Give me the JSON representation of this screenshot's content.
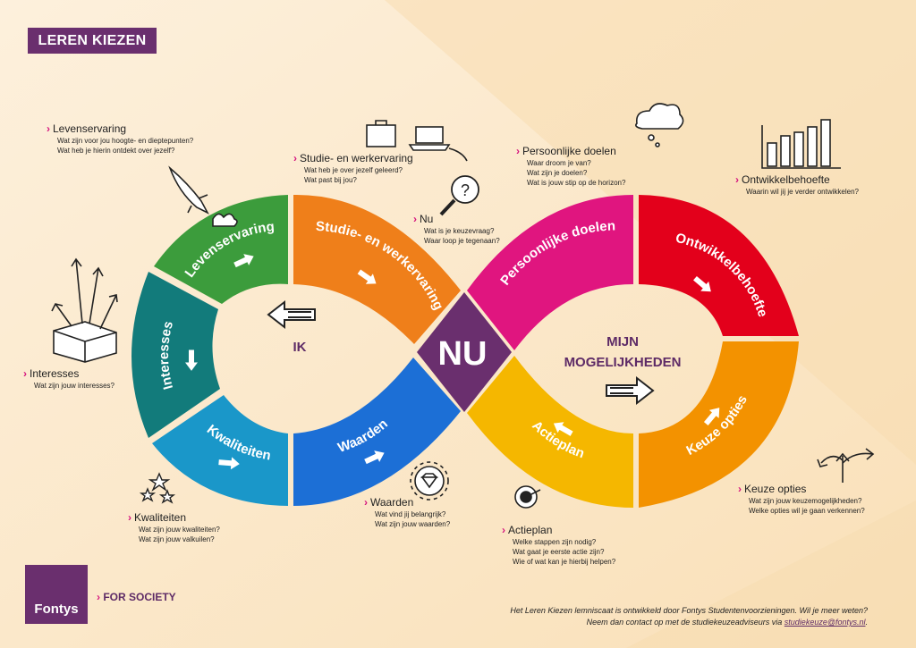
{
  "title": "LEREN KIEZEN",
  "colors": {
    "purple": "#6a2f6e",
    "levenservaring": "#3c9c3c",
    "studie": "#ef7f1a",
    "persoonlijk": "#e0157f",
    "ontwikkel": "#e3001b",
    "interesses": "#127b7b",
    "kwaliteiten": "#1a97c9",
    "waarden": "#1c6fd6",
    "actieplan": "#f5b700",
    "keuze": "#f39200"
  },
  "segments": {
    "levenservaring": "Levenservaring",
    "studie": "Studie- en werkervaring",
    "persoonlijk": "Persoonlijke doelen",
    "ontwikkel": "Ontwikkelbehoefte",
    "interesses": "Interesses",
    "kwaliteiten": "Kwaliteiten",
    "waarden": "Waarden",
    "actieplan": "Actieplan",
    "keuze": "Keuze opties"
  },
  "center": {
    "nu": "NU",
    "ik": "IK",
    "mijn": "MIJN",
    "mogelijkheden": "MOGELIJKHEDEN"
  },
  "callouts": {
    "levenservaring": {
      "title": "Levenservaring",
      "q1": "Wat zijn voor jou hoogte- en dieptepunten?",
      "q2": "Wat heb je hierin ontdekt over jezelf?"
    },
    "studie": {
      "title": "Studie- en werkervaring",
      "q1": "Wat heb je over jezelf geleerd?",
      "q2": "Wat past bij jou?"
    },
    "nu": {
      "title": "Nu",
      "q1": "Wat is je keuzevraag?",
      "q2": "Waar loop je tegenaan?"
    },
    "persoonlijk": {
      "title": "Persoonlijke doelen",
      "q1": "Waar droom je van?",
      "q2": "Wat zijn je doelen?",
      "q3": "Wat is jouw stip op de horizon?"
    },
    "ontwikkel": {
      "title": "Ontwikkelbehoefte",
      "q1": "Waarin wil jij je verder ontwikkelen?"
    },
    "interesses": {
      "title": "Interesses",
      "q1": "Wat zijn jouw interesses?"
    },
    "kwaliteiten": {
      "title": "Kwaliteiten",
      "q1": "Wat zijn jouw kwaliteiten?",
      "q2": "Wat zijn jouw valkuilen?"
    },
    "waarden": {
      "title": "Waarden",
      "q1": "Wat vind jij belangrijk?",
      "q2": "Wat zijn jouw waarden?"
    },
    "actieplan": {
      "title": "Actieplan",
      "q1": "Welke stappen zijn nodig?",
      "q2": "Wat gaat je eerste actie zijn?",
      "q3": "Wie of wat kan je hierbij helpen?"
    },
    "keuze": {
      "title": "Keuze opties",
      "q1": "Wat zijn jouw keuzemogelijkheden?",
      "q2": "Welke opties wil je gaan verkennen?"
    }
  },
  "brand": {
    "logo": "Fontys",
    "tagline": "FOR SOCIETY"
  },
  "footer": {
    "line1": "Het Leren Kiezen lemniscaat is ontwikkeld door Fontys Studentenvoorzieningen. Wil je meer weten?",
    "line2": "Neem dan contact op met de studiekeuzeadviseurs via",
    "email": "studiekeuze@fontys.nl",
    "end": "."
  }
}
